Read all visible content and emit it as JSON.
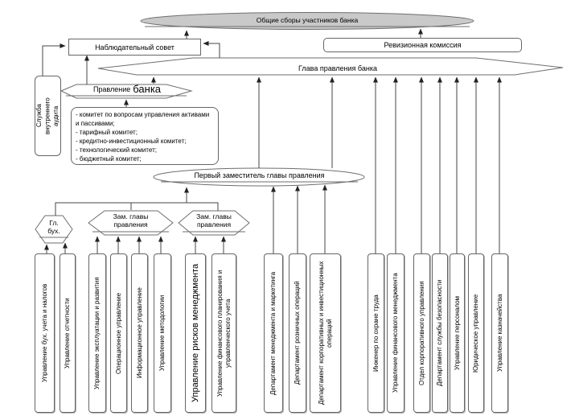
{
  "colors": {
    "meeting_fill": "#c9c9c9",
    "line": "#444444",
    "shape_stroke": "#6e6e6e"
  },
  "nodes": {
    "meeting": "Общие сборы участников банка",
    "supervisory_board": "Наблюдательный совет",
    "revision_commission": "Ревизионная комиссия",
    "head_of_board": "Глава правления банка",
    "board_word1": "Правление",
    "board_word2": "банка",
    "internal_audit": "Служба\nвнутреннего\nаудита",
    "first_deputy": "Первый заместитель главы правления",
    "chief_accountant": "Гл.\nбух.",
    "deputy1": "Зам. главы\nправления",
    "deputy2": "Зам. главы\nправления"
  },
  "committees": {
    "items": [
      "- комитет по вопросам управления активами и пассивами;",
      "- тарифный комитет;",
      "- кредитно-инвестиционный комитет;",
      "- технологический комитет;",
      "- бюджетный комитет;"
    ]
  },
  "departments": {
    "items": [
      "Управление бух. учета и налогов",
      "Управление отчетности",
      "Управление эксплуатации и развития",
      "Операционное управление",
      "Информационное управление",
      "Управление методологии",
      "Управление рисков менеджмента",
      "Управление финансового планирования и управленческого учета",
      "Департамент менеджмента и маркетинга",
      "Департамент розничных операций",
      "Департамент корпоративных и инвестиционных операций",
      "Инженер по охране труда",
      "Управление финансового менеджмента",
      "Отдел корпоративного управления",
      "Департамент службы безопасности",
      "Управление персоналом",
      "Юридическое управление",
      "Управление казначейства"
    ]
  }
}
